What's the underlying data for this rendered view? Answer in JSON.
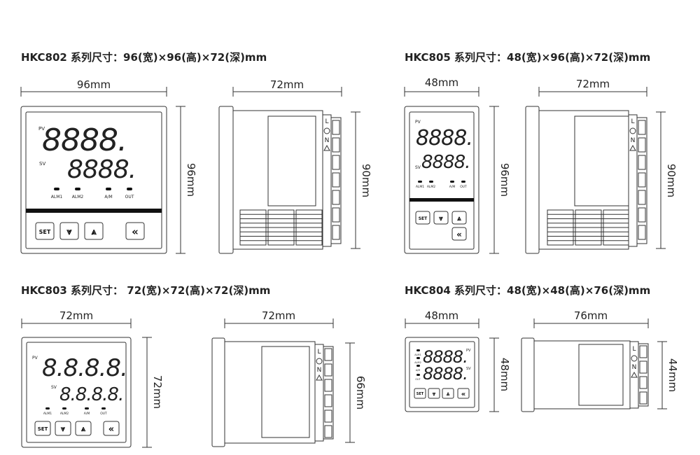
{
  "panels": [
    {
      "id": "hkc802",
      "title": "HKC802 系列尺寸：96(宽)×96(高)×72(深)mm",
      "front_width": "96mm",
      "front_height": "96mm",
      "side_depth": "72mm",
      "side_height": "90mm",
      "pv_label": "PV",
      "sv_label": "SV",
      "pv_digits": "8888.",
      "sv_digits": "8888.",
      "leds": [
        "ALM1",
        "ALM2",
        "A/M",
        "OUT"
      ],
      "buttons": [
        "SET",
        "⩔",
        "⩓",
        "«"
      ]
    },
    {
      "id": "hkc805",
      "title": "HKC805 系列尺寸：48(宽)×96(高)×72(深)mm",
      "front_width": "48mm",
      "front_height": "96mm",
      "side_depth": "72mm",
      "side_height": "90mm",
      "pv_label": "PV",
      "sv_label": "SV",
      "pv_digits": "8888.",
      "sv_digits": "8888.",
      "leds": [
        "ALM1",
        "ALM2",
        "A/M",
        "OUT"
      ],
      "buttons": [
        "SET",
        "⩔",
        "⩓",
        "«"
      ]
    },
    {
      "id": "hkc803",
      "title": "HKC803 系列尺寸： 72(宽)×72(高)×72(深)mm",
      "front_width": "72mm",
      "front_height": "72mm",
      "side_depth": "72mm",
      "side_height": "66mm",
      "pv_label": "PV",
      "sv_label": "SV",
      "pv_digits": "8.8.8.8.",
      "sv_digits": "8.8.8.8.",
      "leds": [
        "ALM1",
        "ALM2",
        "A/M",
        "OUT"
      ],
      "buttons": [
        "SET",
        "⩔",
        "⩓",
        "«"
      ]
    },
    {
      "id": "hkc804",
      "title": "HKC804 系列尺寸：48(宽)×48(高)×76(深)mm",
      "front_width": "48mm",
      "front_height": "48mm",
      "side_depth": "76mm",
      "side_height": "44mm",
      "pv_label": "PV",
      "sv_label": "SV",
      "pv_digits": "8888.",
      "sv_digits": "8888.",
      "leds": [
        "ALM1",
        "ALM2",
        "A/M",
        "OUT"
      ],
      "buttons": [
        "SET",
        "⩔",
        "⩓",
        "«"
      ]
    }
  ],
  "terminal_labels": [
    "L",
    "N"
  ],
  "colors": {
    "stroke": "#333333",
    "band": "#111111",
    "text": "#222222"
  }
}
